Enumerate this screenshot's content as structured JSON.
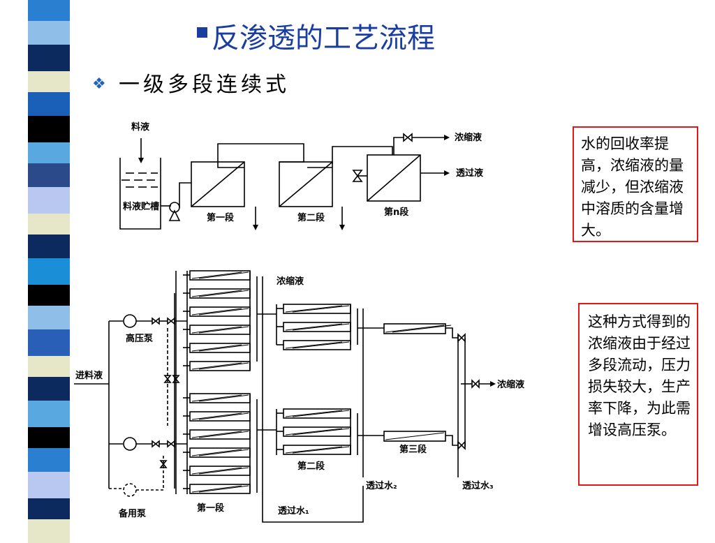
{
  "slide": {
    "title": "反渗透的工艺流程",
    "subtitle": "一级多段连续式",
    "bullet_icon": "diamond-bullet-icon",
    "title_bullet_icon": "square-bullet-icon",
    "accent_color": "#1a3da0",
    "note_border_color": "#e01818"
  },
  "diagram_top": {
    "feed_label": "料液",
    "tank_label": "料液贮槽",
    "stage1": "第一段",
    "stage2": "第二段",
    "stageN": "第n段",
    "concentrate": "浓缩液",
    "permeate": "透过液"
  },
  "diagram_bottom": {
    "concentrate_top": "浓缩液",
    "high_pressure_pump": "高压泵",
    "feed_in": "进料液",
    "concentrate_out": "浓缩液",
    "standby_pump": "备用泵",
    "stage1": "第一段",
    "stage2": "第二段",
    "stage3": "第三段",
    "permeate1": "透过水₁",
    "permeate2": "透过水₂",
    "permeate3": "透过水₃"
  },
  "notes": {
    "note1": "水的回收率提高，浓缩液的量减少，但浓缩液中溶质的含量增大。",
    "note2": "这种方式得到的浓缩液由于经过多段流动，压力损失较大，生产率下降，为此需增设高压泵。"
  }
}
